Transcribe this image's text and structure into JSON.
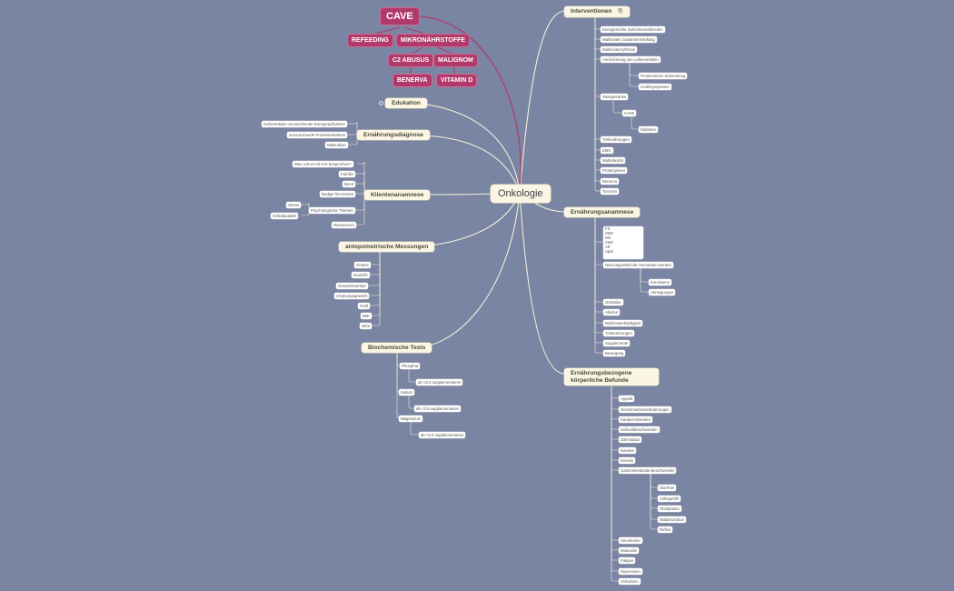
{
  "colors": {
    "background": "#7a84a3",
    "line": "#f3efd8",
    "cave_fill": "#b03a6b",
    "cave_line": "#b03a6b",
    "node_fill": "#fbf6e3"
  },
  "root": {
    "label": "Onkologie"
  },
  "cave": {
    "title": "CAVE",
    "items": [
      "REFEEDING",
      "MIKRONÄHRSTOFFE",
      "C2 ABUSUS",
      "MALIGNOM",
      "BENERVA",
      "VITAMIN D"
    ]
  },
  "left": {
    "edukation": {
      "label": "Edukation"
    },
    "diagnose": {
      "label": "Ernährungsdiagnose",
      "items": [
        "vorhersebare unzureichende Energieaufnahme",
        "unzureichende Proteinaufnahme",
        "Malnutition"
      ]
    },
    "klienten": {
      "label": "Klientenanamnese",
      "items": [
        "Was schon mit Arzt besprochen?",
        "Familie",
        "Beruf",
        "Budget fürs Essen",
        "Psychologische Themen",
        "Ressourcen"
      ],
      "psych_children": [
        "Stress",
        "Schlafqualität"
      ]
    },
    "anthro": {
      "label": "antopometrische Messungen",
      "items": [
        "Grösse",
        "Gewicht",
        "Gewichtsverlauf",
        "Ursprungsgewicht",
        "Kraft",
        "BMI",
        "NRS"
      ]
    },
    "bio": {
      "label": "Biochemische Tests",
      "items": [
        "Phosphat",
        "Kalium",
        "Magnesium"
      ],
      "children": [
        "ab <0.5 supplementieren",
        "ab <3.5 supplementieren",
        "ab <0.5 supplementieren"
      ]
    }
  },
  "right": {
    "interventionen": {
      "label": "Interventionen",
      "items": [
        "Energiereiche Zwischenmahlzeiten",
        "Mahlzeiten zusammenstellung",
        "Mahlzeitenrythmus",
        "Anreicherung von Lebensmitteln",
        "Süssgetränke",
        "Trinknahrungen",
        "ZMG",
        "Maltodextrin",
        "Proteinpulver",
        "Benerva",
        "Tocresin"
      ],
      "anreicherung_children": [
        "Proteinreiche Zubereitung",
        "Lieblingsspeisen"
      ],
      "suess_child": "CAVE",
      "cave_child": "Diabetes"
    },
    "anamnese": {
      "label": "Ernährungsanamnese",
      "note": [
        "FS",
        "ZMZ",
        "ME",
        "ZMZ",
        "AE",
        "Spät"
      ],
      "items": [
        "Nahrungsmittel die Vermieden werden",
        "Getränke",
        "Alkohol",
        "Mahlzeitenhäufigkeit",
        "Trinknahrungen",
        "Supplemente",
        "Bewegung"
      ],
      "vermieden_children": [
        "Konsistenz",
        "Abneigungen"
      ]
    },
    "befunde": {
      "label": "Ernährungsbezogene körperliche Befunde",
      "items": [
        "Appetit",
        "Geschmacksveränderungen",
        "Kaubeschwerden",
        "Schluckbeschwerden",
        "Zahnstatus",
        "Nausea",
        "Emesis",
        "Gastrointestinale Beschwerden",
        "Xerostomie",
        "Mukositis",
        "Fatigue",
        "Depression",
        "Schwitzen"
      ],
      "gi_children": [
        "Diarrhoe",
        "Völlegefühl",
        "Obstipation",
        "Malabsorption",
        "Reflux"
      ]
    }
  }
}
